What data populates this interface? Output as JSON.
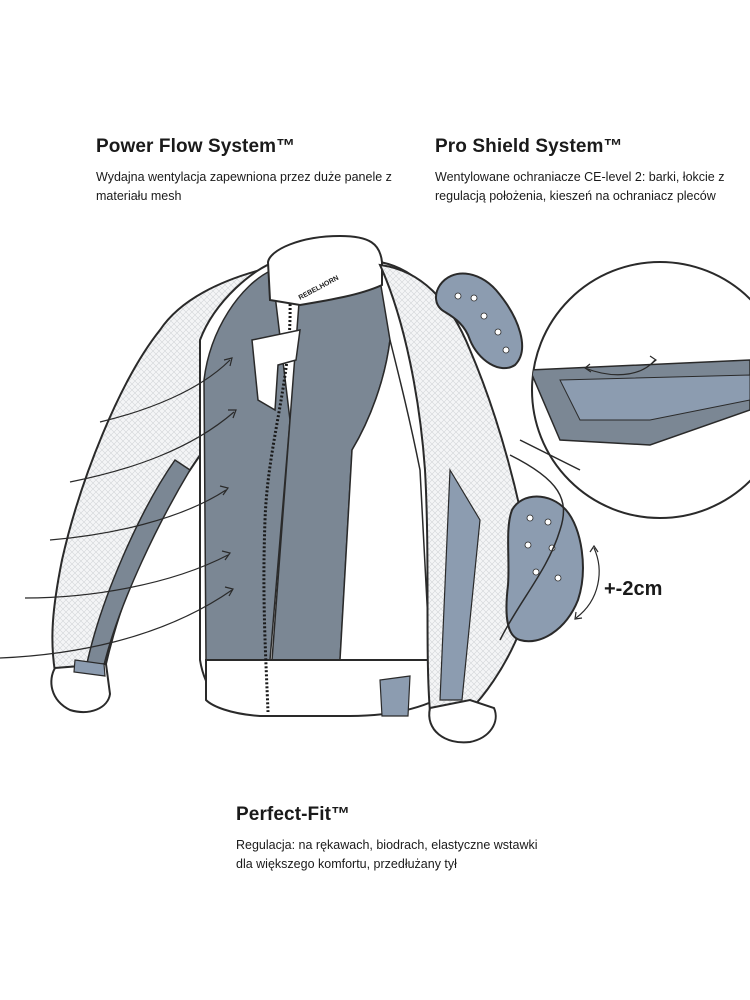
{
  "features": {
    "power_flow": {
      "title": "Power Flow System™",
      "description": "Wydajna wentylacja zapewniona przez duże panele z materiału mesh"
    },
    "pro_shield": {
      "title": "Pro Shield System™",
      "description": "Wentylowane ochraniacze CE-level 2: barki, łokcie z regulacją położenia, kieszeń na ochraniacz pleców"
    },
    "perfect_fit": {
      "title": "Perfect-Fit™",
      "description": "Regulacja: na rękawach, biodrach, elastyczne wstawki dla większego komfortu, przedłużany tył"
    }
  },
  "collar_brand": "REBELHORN",
  "adjustment_label": "+-2cm",
  "colors": {
    "panel_gray": "#7b8794",
    "armor_blue": "#8c9cb0",
    "outline": "#2a2a2a",
    "mesh_white": "#f2f3f4"
  },
  "icons": [
    "airflow-arrow-icon",
    "shoulder-armor-icon",
    "elbow-armor-icon",
    "adjustment-arrow-icon"
  ]
}
